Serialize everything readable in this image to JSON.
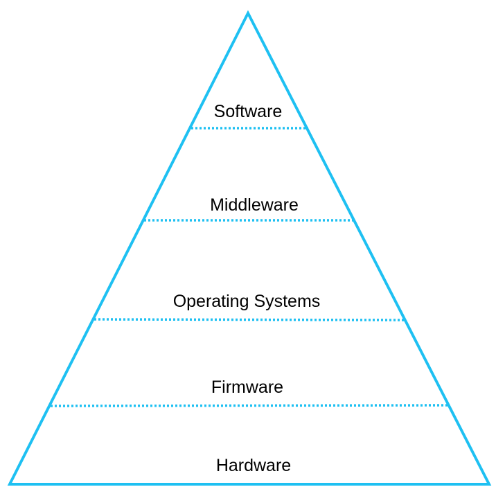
{
  "diagram": {
    "type": "pyramid",
    "accent_color": "#1ec0f2",
    "text_color": "#000000",
    "layers": [
      {
        "label": "Software"
      },
      {
        "label": "Middleware"
      },
      {
        "label": "Operating Systems"
      },
      {
        "label": "Firmware"
      },
      {
        "label": "Hardware"
      }
    ]
  }
}
